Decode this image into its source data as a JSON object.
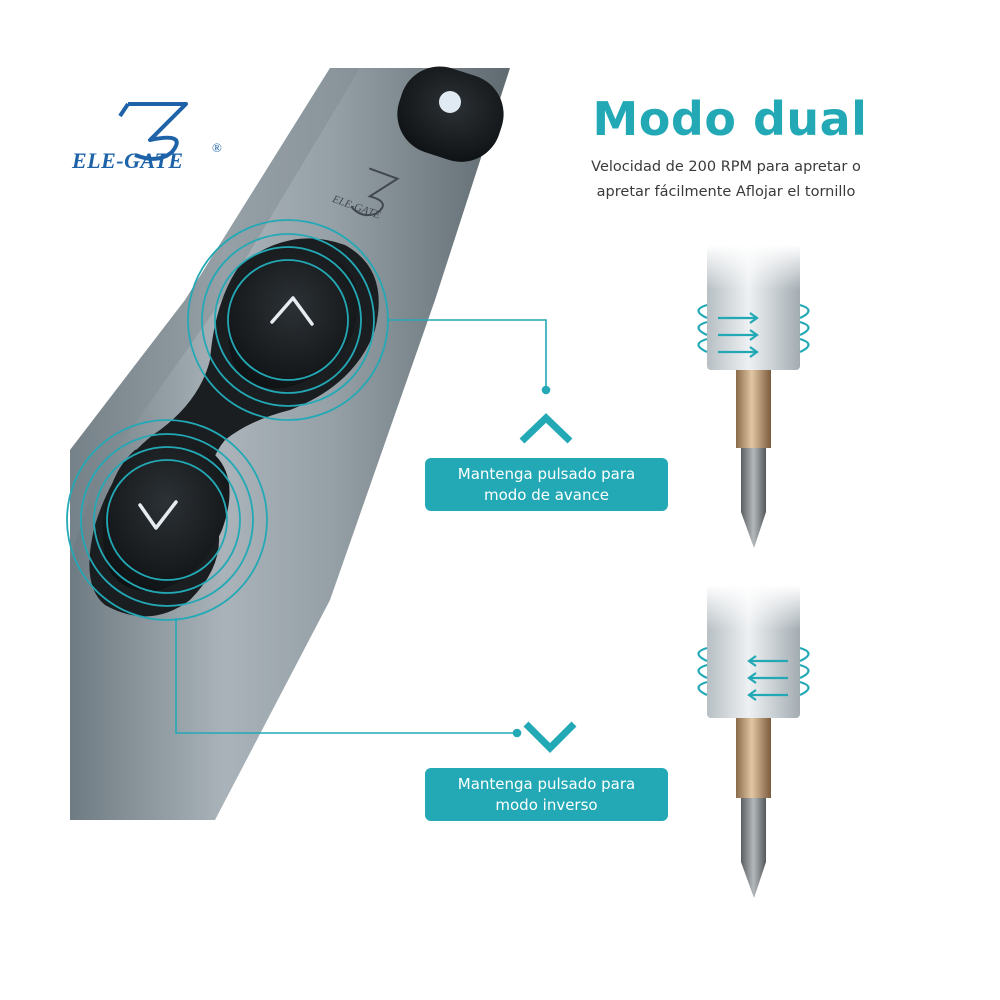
{
  "brand": {
    "name": "ELE-GATE",
    "registered": "®",
    "pen_engraving": "ELE-GATE"
  },
  "header": {
    "title": "Modo dual",
    "subtitle_line1": "Velocidad de 200 RPM para apretar o",
    "subtitle_line2": "apretar fácilmente Aflojar el tornillo"
  },
  "callouts": {
    "forward": {
      "line1": "Mantenga pulsado para",
      "line2": "modo de avance"
    },
    "reverse": {
      "line1": "Mantenga pulsado para",
      "line2": "modo inverso"
    }
  },
  "colors": {
    "accent": "#22a9b5",
    "logo": "#1e63a8",
    "body": "#8e9aa1"
  },
  "icons": [
    "chevron-up-icon",
    "chevron-down-icon",
    "rotation-arrows-icon"
  ]
}
